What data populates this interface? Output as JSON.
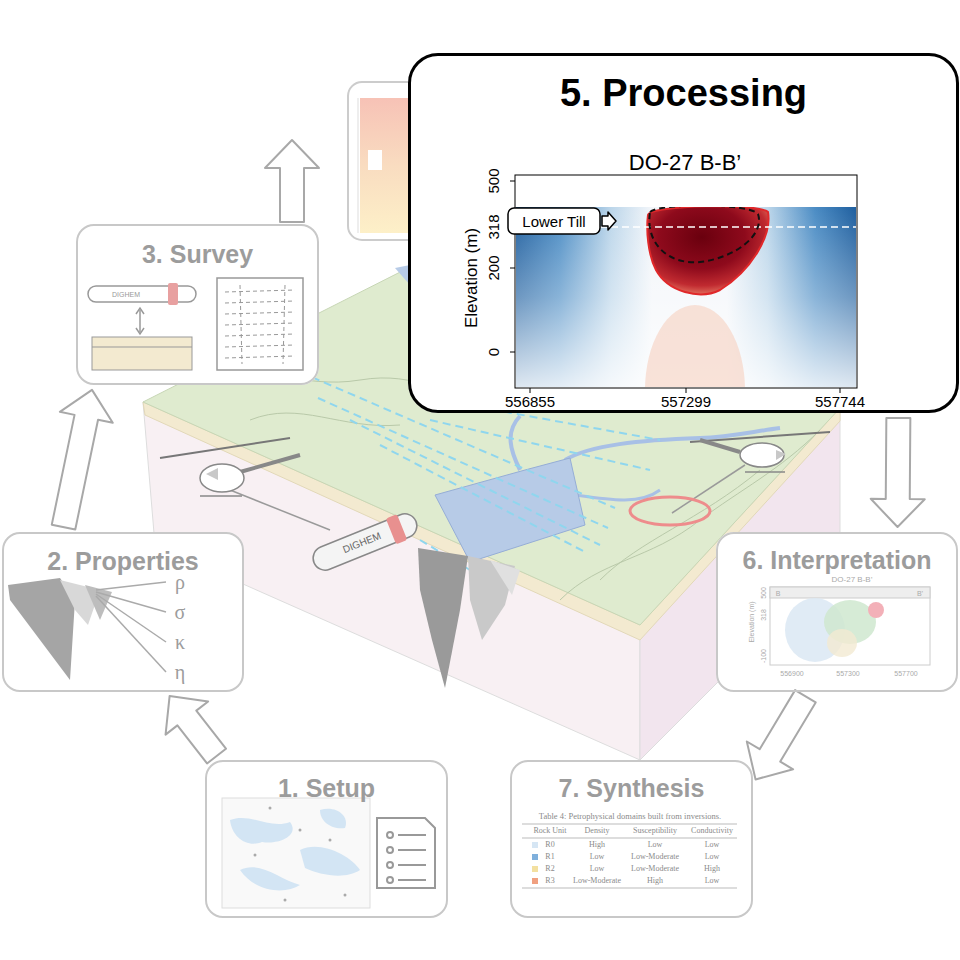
{
  "diagram": {
    "nodes": [
      {
        "text": [
          "1. Setup"
        ]
      },
      {
        "text": [
          "2. Properties"
        ]
      },
      {
        "text": [
          "3. Survey"
        ]
      },
      {
        "text": [
          "5. Processing"
        ]
      },
      {
        "text": [
          "6. Interpretation"
        ]
      },
      {
        "text": [
          "7. Synthesis"
        ]
      }
    ],
    "edges": [
      {
        "from": 0,
        "to": 1,
        "arrow": "to"
      },
      {
        "from": 1,
        "to": 2,
        "arrow": "to"
      },
      {
        "from": 3,
        "to": 4,
        "arrow": "to"
      },
      {
        "from": 4,
        "to": 5,
        "arrow": "to"
      }
    ],
    "labels": [
      "ρ",
      "σ",
      "κ",
      "η",
      "DIGHEM",
      "DO-27 B-B’",
      "Lower Till",
      "Elevation (m)",
      "500",
      "318",
      "200",
      "0",
      "556855",
      "557299",
      "557744",
      "DIGHEM",
      "DO-27 B-B’",
      "B",
      "B’",
      "Elevation (m)",
      "500",
      "318",
      "-100",
      "556900",
      "557300",
      "557700",
      "Table 4: Petrophysical domains built from inversions.",
      "Rock Unit",
      "Density",
      "Susceptibility",
      "Conductivity",
      "R0",
      "High",
      "Low",
      "Low",
      "R1",
      "Low",
      "Low-Moderate",
      "Low",
      "R2",
      "Low",
      "Low-Moderate",
      "High",
      "R3",
      "Low-Moderate",
      "High",
      "Low"
    ]
  }
}
